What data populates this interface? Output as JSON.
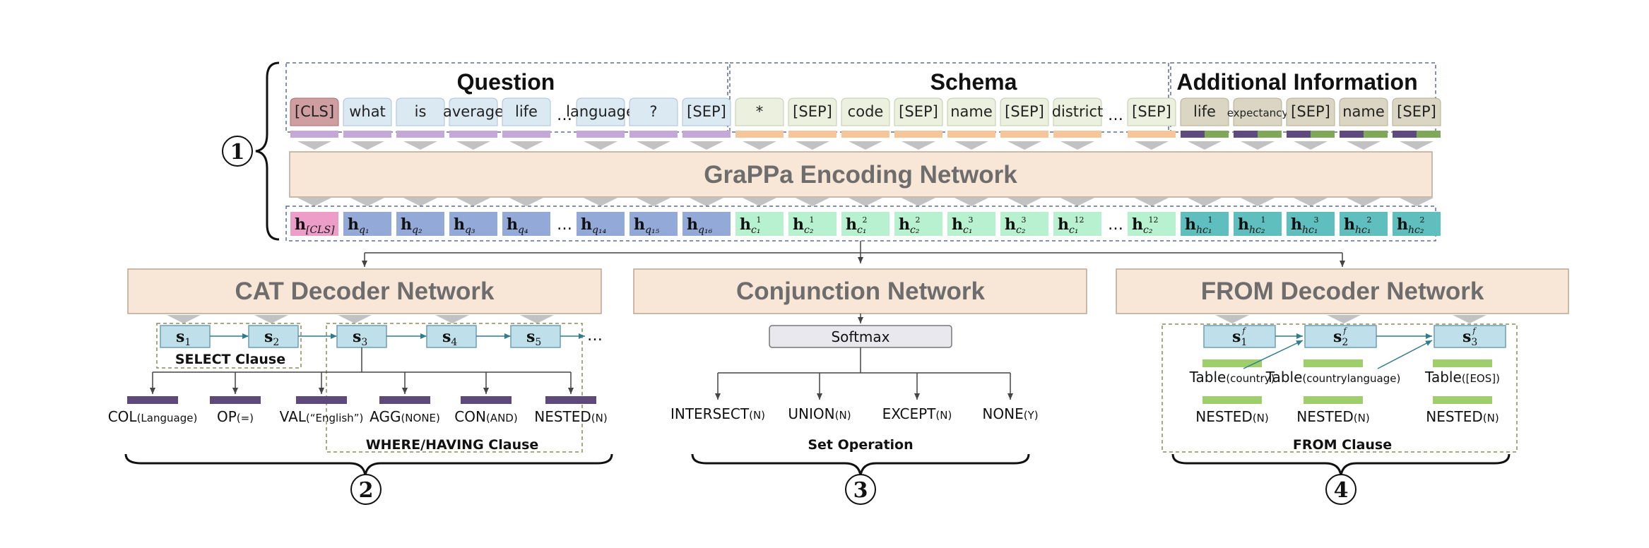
{
  "sections": {
    "question": "Question",
    "schema": "Schema",
    "additional": "Additional Information"
  },
  "tokens": [
    "[CLS]",
    "what",
    "is",
    "average",
    "life",
    "language",
    "?",
    "[SEP]",
    "*",
    "[SEP]",
    "code",
    "[SEP]",
    "name",
    "[SEP]",
    "district",
    "[SEP]",
    "life",
    "expectancy",
    "[SEP]",
    "name",
    "[SEP]"
  ],
  "ellipsis": "…",
  "encoder_title": "GraPPa Encoding Network",
  "hidden": [
    {
      "base": "h",
      "sub": "[CLS]"
    },
    {
      "base": "h",
      "sub": "q₁"
    },
    {
      "base": "h",
      "sub": "q₂"
    },
    {
      "base": "h",
      "sub": "q₃"
    },
    {
      "base": "h",
      "sub": "q₄"
    },
    {
      "base": "h",
      "sub": "q₁₄"
    },
    {
      "base": "h",
      "sub": "q₁₅"
    },
    {
      "base": "h",
      "sub": "q₁₆"
    },
    {
      "base": "h",
      "sub": "c₁",
      "sup": "1"
    },
    {
      "base": "h",
      "sub": "c₂",
      "sup": "1"
    },
    {
      "base": "h",
      "sub": "c₁",
      "sup": "2"
    },
    {
      "base": "h",
      "sub": "c₂",
      "sup": "2"
    },
    {
      "base": "h",
      "sub": "c₁",
      "sup": "3"
    },
    {
      "base": "h",
      "sub": "c₂",
      "sup": "3"
    },
    {
      "base": "h",
      "sub": "c₁",
      "sup": "12"
    },
    {
      "base": "h",
      "sub": "c₂",
      "sup": "12"
    },
    {
      "base": "h",
      "sub": "hc₁",
      "sup": "1"
    },
    {
      "base": "h",
      "sub": "hc₂",
      "sup": "1"
    },
    {
      "base": "h",
      "sub": "hc₁",
      "sup": "3"
    },
    {
      "base": "h",
      "sub": "hc₁",
      "sup": "2"
    },
    {
      "base": "h",
      "sub": "hc₂",
      "sup": "2"
    }
  ],
  "markers": {
    "one": "1",
    "two": "2",
    "three": "3",
    "four": "4"
  },
  "cat": {
    "title": "CAT Decoder Network",
    "states": [
      "1",
      "2",
      "3",
      "4",
      "5"
    ],
    "select_clause": "SELECT Clause",
    "where_clause": "WHERE/HAVING Clause",
    "outputs": [
      {
        "main": "COL",
        "paren": "(Language)"
      },
      {
        "main": "OP",
        "paren": "(=)"
      },
      {
        "main": "VAL",
        "paren": "(“English”)"
      },
      {
        "main": "AGG",
        "paren": "(NONE)"
      },
      {
        "main": "CON",
        "paren": "(AND)"
      },
      {
        "main": "NESTED",
        "paren": "(N)"
      }
    ]
  },
  "conj": {
    "title": "Conjunction Network",
    "softmax": "Softmax",
    "set_operation": "Set Operation",
    "outputs": [
      {
        "main": "INTERSECT",
        "paren": "(N)"
      },
      {
        "main": "UNION",
        "paren": "(N)"
      },
      {
        "main": "EXCEPT",
        "paren": "(N)"
      },
      {
        "main": "NONE",
        "paren": "(Y)"
      }
    ]
  },
  "from": {
    "title": "FROM Decoder Network",
    "states": [
      {
        "sub": "1",
        "sup": "f"
      },
      {
        "sub": "2",
        "sup": "f"
      },
      {
        "sub": "3",
        "sup": "f"
      }
    ],
    "tables": [
      {
        "main": "Table",
        "paren": "(country)"
      },
      {
        "main": "Table",
        "paren": "(countrylanguage)"
      },
      {
        "main": "Table",
        "paren": "([EOS])"
      }
    ],
    "nested": [
      {
        "main": "NESTED",
        "paren": "(N)"
      },
      {
        "main": "NESTED",
        "paren": "(N)"
      },
      {
        "main": "NESTED",
        "paren": "(N)"
      }
    ],
    "from_clause": "FROM Clause"
  }
}
